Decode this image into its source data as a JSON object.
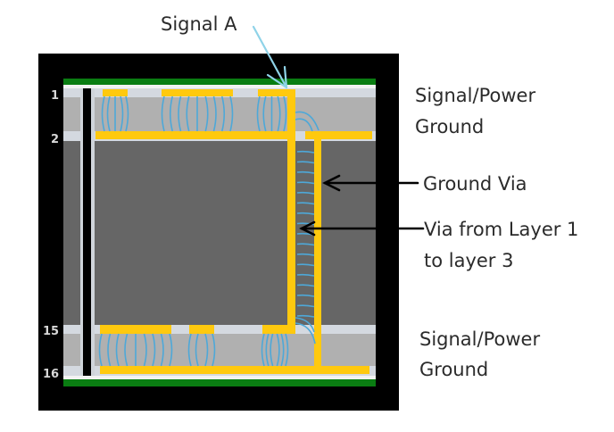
{
  "title_label": "Signal A",
  "layer_numbers": [
    "1",
    "2",
    "15",
    "16"
  ],
  "annotations": {
    "top_stack": [
      "Signal/Power",
      "Ground"
    ],
    "ground_via": "Ground Via",
    "signal_via": [
      "Via from Layer 1",
      "to layer 3"
    ],
    "bottom_stack": [
      "Signal/Power",
      "Ground"
    ]
  },
  "colors": {
    "frame": "#000000",
    "green_plane": "#0a7d12",
    "copper": "#ffc90e",
    "dielectric_light": "#d4d9e0",
    "prepreg": "#b0b0b0",
    "core": "#666666",
    "field_lines": "#4ea8d8",
    "signal_arrow": "#8fd3e8",
    "annotation_arrow": "#000000"
  }
}
